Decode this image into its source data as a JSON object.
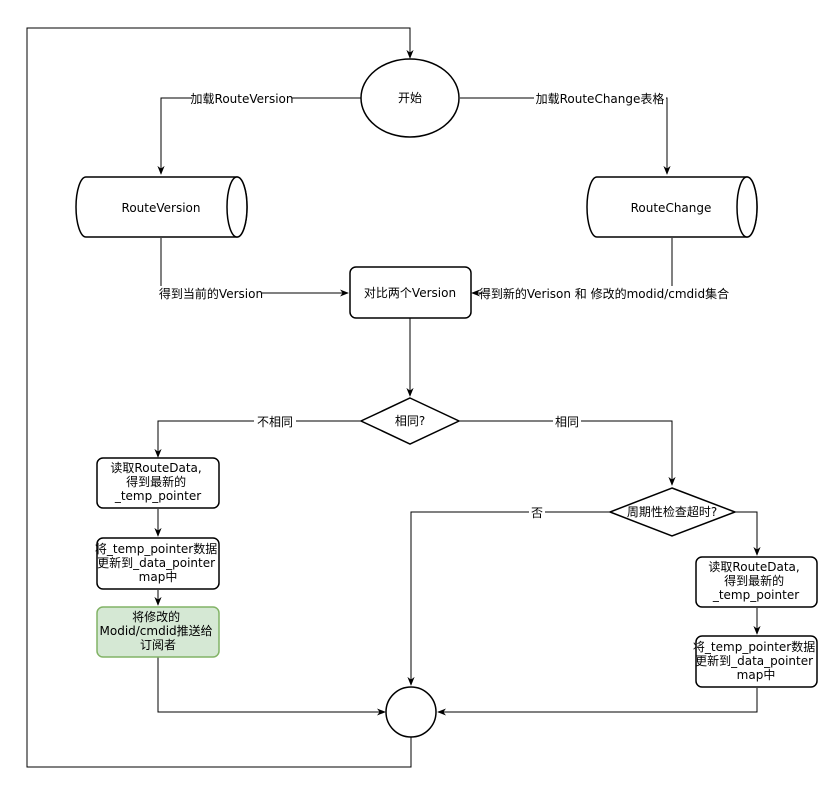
{
  "nodes": {
    "start": "开始",
    "route_version_db": "RouteVersion",
    "route_change_db": "RouteChange",
    "compare": "对比两个Version",
    "same_question": "相同?",
    "read_route_data_left": [
      "读取RouteData,",
      "得到最新的",
      "_temp_pointer"
    ],
    "update_left": [
      "将_temp_pointer数据",
      "更新到_data_pointer",
      "map中"
    ],
    "push_subscribers": [
      "将修改的",
      "Modid/cmdid推送给",
      "订阅者"
    ],
    "periodic_timeout": "周期性检查超时?",
    "read_route_data_right": [
      "读取RouteData,",
      "得到最新的",
      "_temp_pointer"
    ],
    "update_right": [
      "将_temp_pointer数据",
      "更新到_data_pointer",
      "map中"
    ]
  },
  "edges": {
    "load_route_version": "加载RouteVersion",
    "load_route_change": "加载RouteChange表格",
    "get_current_version": "得到当前的Version",
    "get_new_version": "得到新的Verison 和 修改的modid/cmdid集合",
    "not_same": "不相同",
    "same": "相同",
    "no": "否"
  },
  "colors": {
    "line": "#000000",
    "highlight_fill": "#d5e8d4",
    "highlight_stroke": "#82b366"
  }
}
